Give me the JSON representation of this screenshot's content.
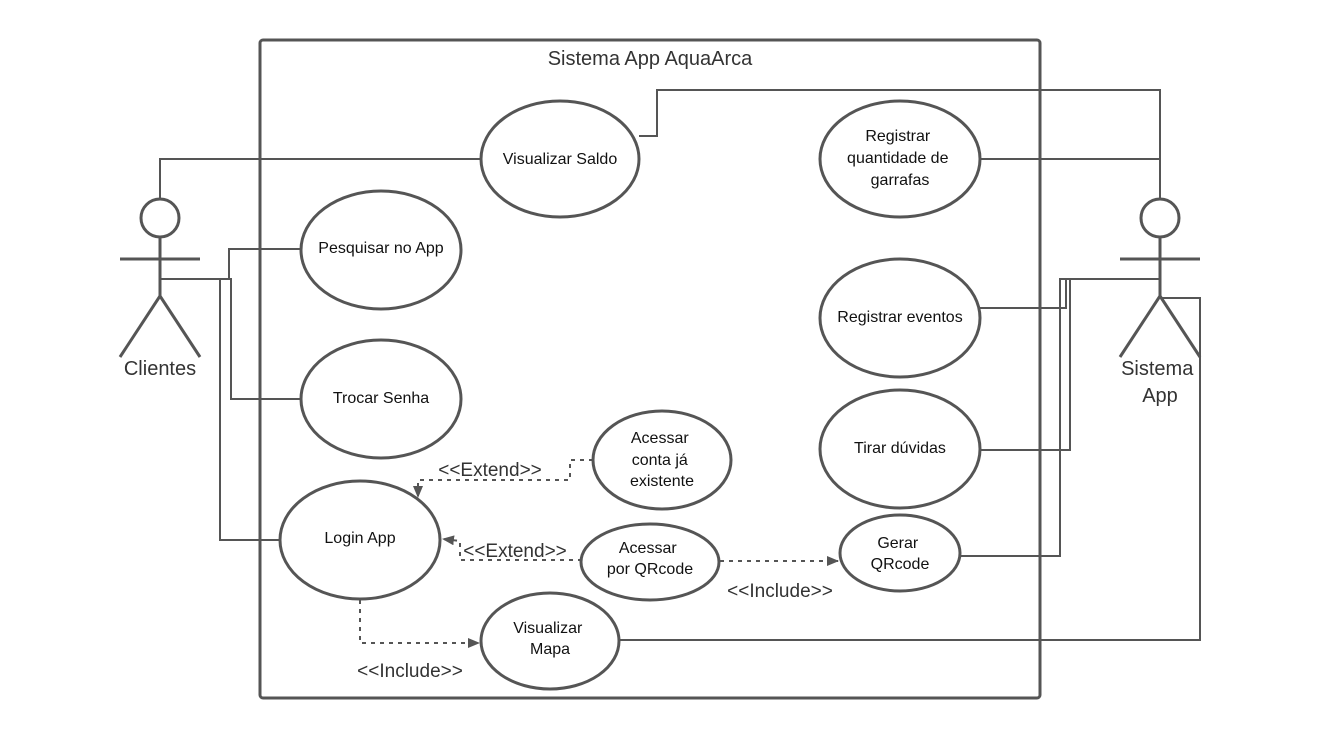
{
  "system": {
    "title": "Sistema App AquaArca"
  },
  "actors": {
    "clientes": {
      "name": "Clientes"
    },
    "sistema_app": {
      "name_line1": "Sistema",
      "name_line2": "App"
    }
  },
  "use_cases": {
    "visualizar_saldo": [
      "Visualizar Saldo"
    ],
    "registrar_garrafas": [
      "Registrar",
      "quantidade de",
      "garrafas"
    ],
    "pesquisar": [
      "Pesquisar no App"
    ],
    "registrar_eventos": [
      "Registrar eventos"
    ],
    "trocar_senha": [
      "Trocar Senha"
    ],
    "tirar_duvidas": [
      "Tirar dúvidas"
    ],
    "acessar_conta": [
      "Acessar",
      "conta já",
      "existente"
    ],
    "login": [
      "Login App"
    ],
    "acessar_qrcode": [
      "Acessar",
      "por QRcode"
    ],
    "gerar_qrcode": [
      "Gerar",
      "QRcode"
    ],
    "visualizar_mapa": [
      "Visualizar",
      "Mapa"
    ]
  },
  "relationships": {
    "extend_conta": "<<Extend>>",
    "extend_qrcode": "<<Extend>>",
    "include_qrcode": "<<Include>>",
    "include_mapa": "<<Include>>"
  },
  "colors": {
    "stroke": "#555555",
    "text": "#111111",
    "background": "#ffffff"
  }
}
